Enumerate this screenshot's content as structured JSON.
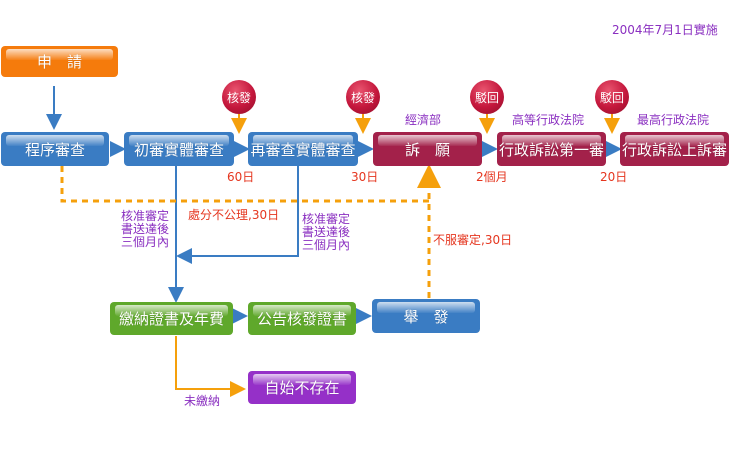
{
  "effective_date": "2004年7月1日實施",
  "nodes": {
    "apply": "申　請",
    "formal_review": "程序審查",
    "first_exam": "初審實體審查",
    "re_exam": "再審查實體審查",
    "appeal": "訴　願",
    "admin_first": "行政訴訟第一審",
    "admin_appeal": "行政訴訟上訴審",
    "pay_fee": "繳納證書及年費",
    "announce": "公告核發證書",
    "opposition": "舉　發",
    "void": "自始不存在"
  },
  "badges": {
    "grant_1": "核發",
    "grant_2": "核發",
    "reject_1": "駁回",
    "reject_2": "駁回"
  },
  "authorities": {
    "moea": "經濟部",
    "high_admin_court": "高等行政法院",
    "supreme_admin_court": "最高行政法院"
  },
  "deadlines": {
    "d60": "60日",
    "d30": "30日",
    "m2": "2個月",
    "d20": "20日",
    "unfair": "處分不公理,30日",
    "disagree": "不服審定,30日"
  },
  "notes": {
    "approval_1": [
      "核准審定",
      "書送達後",
      "三個月內"
    ],
    "approval_2": [
      "核准審定",
      "書送達後",
      "三個月內"
    ],
    "unpaid": "未繳納"
  },
  "colors": {
    "apply": "#f57b0c",
    "review": "#3a7cc3",
    "appeal": "#a3214a",
    "grant": "#5fa82b",
    "void": "#9530c8",
    "dashed": "#f5a00c",
    "deadline_text": "#e5361f",
    "note_text": "#8a2fc0"
  }
}
